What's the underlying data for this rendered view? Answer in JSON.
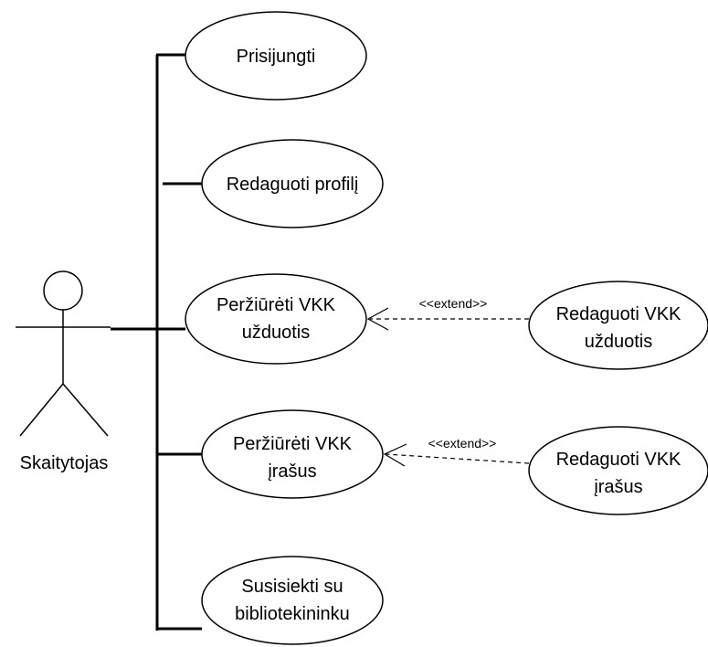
{
  "actor": {
    "name": "Skaitytojas"
  },
  "use_cases": {
    "prisijungti": {
      "lines": [
        "Prisijungti"
      ]
    },
    "redaguoti_profili": {
      "lines": [
        "Redaguoti profilį"
      ]
    },
    "perziureti_uzduotis": {
      "lines": [
        "Peržiūrėti VKK",
        "užduotis"
      ]
    },
    "perziureti_irasus": {
      "lines": [
        "Peržiūrėti VKK",
        "įrašus"
      ]
    },
    "susisiekti": {
      "lines": [
        "Susisiekti su",
        "bibliotekininku"
      ]
    },
    "redaguoti_uzduotis": {
      "lines": [
        "Redaguoti VKK",
        "užduotis"
      ]
    },
    "redaguoti_irasus": {
      "lines": [
        "Redaguoti VKK",
        "įrašus"
      ]
    }
  },
  "relations": {
    "extend_1": {
      "label": "<<extend>>"
    },
    "extend_2": {
      "label": "<<extend>>"
    }
  }
}
